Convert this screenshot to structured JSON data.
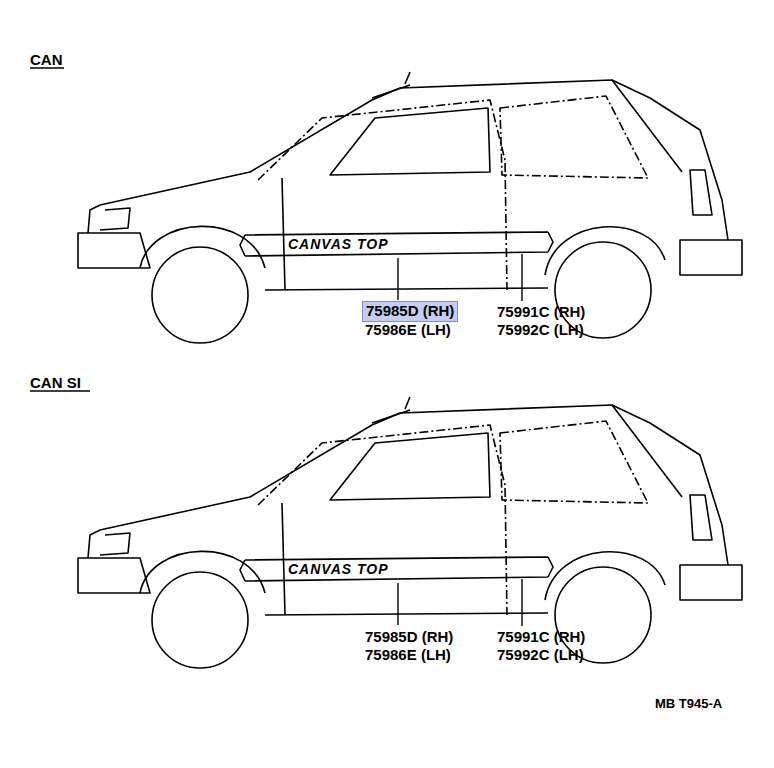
{
  "diagram": {
    "nodes": [
      {
        "text": [
          "75985D (RH)"
        ]
      }
    ],
    "labels": [
      "CAN",
      "CANVAS TOP",
      "75986E (LH)",
      "75991C (RH)",
      "75992C (LH)",
      "CAN SI",
      "CANVAS TOP",
      "75985D (RH)",
      "75986E (LH)",
      "75991C (RH)",
      "75992C (LH)",
      "MB T945-A"
    ]
  }
}
